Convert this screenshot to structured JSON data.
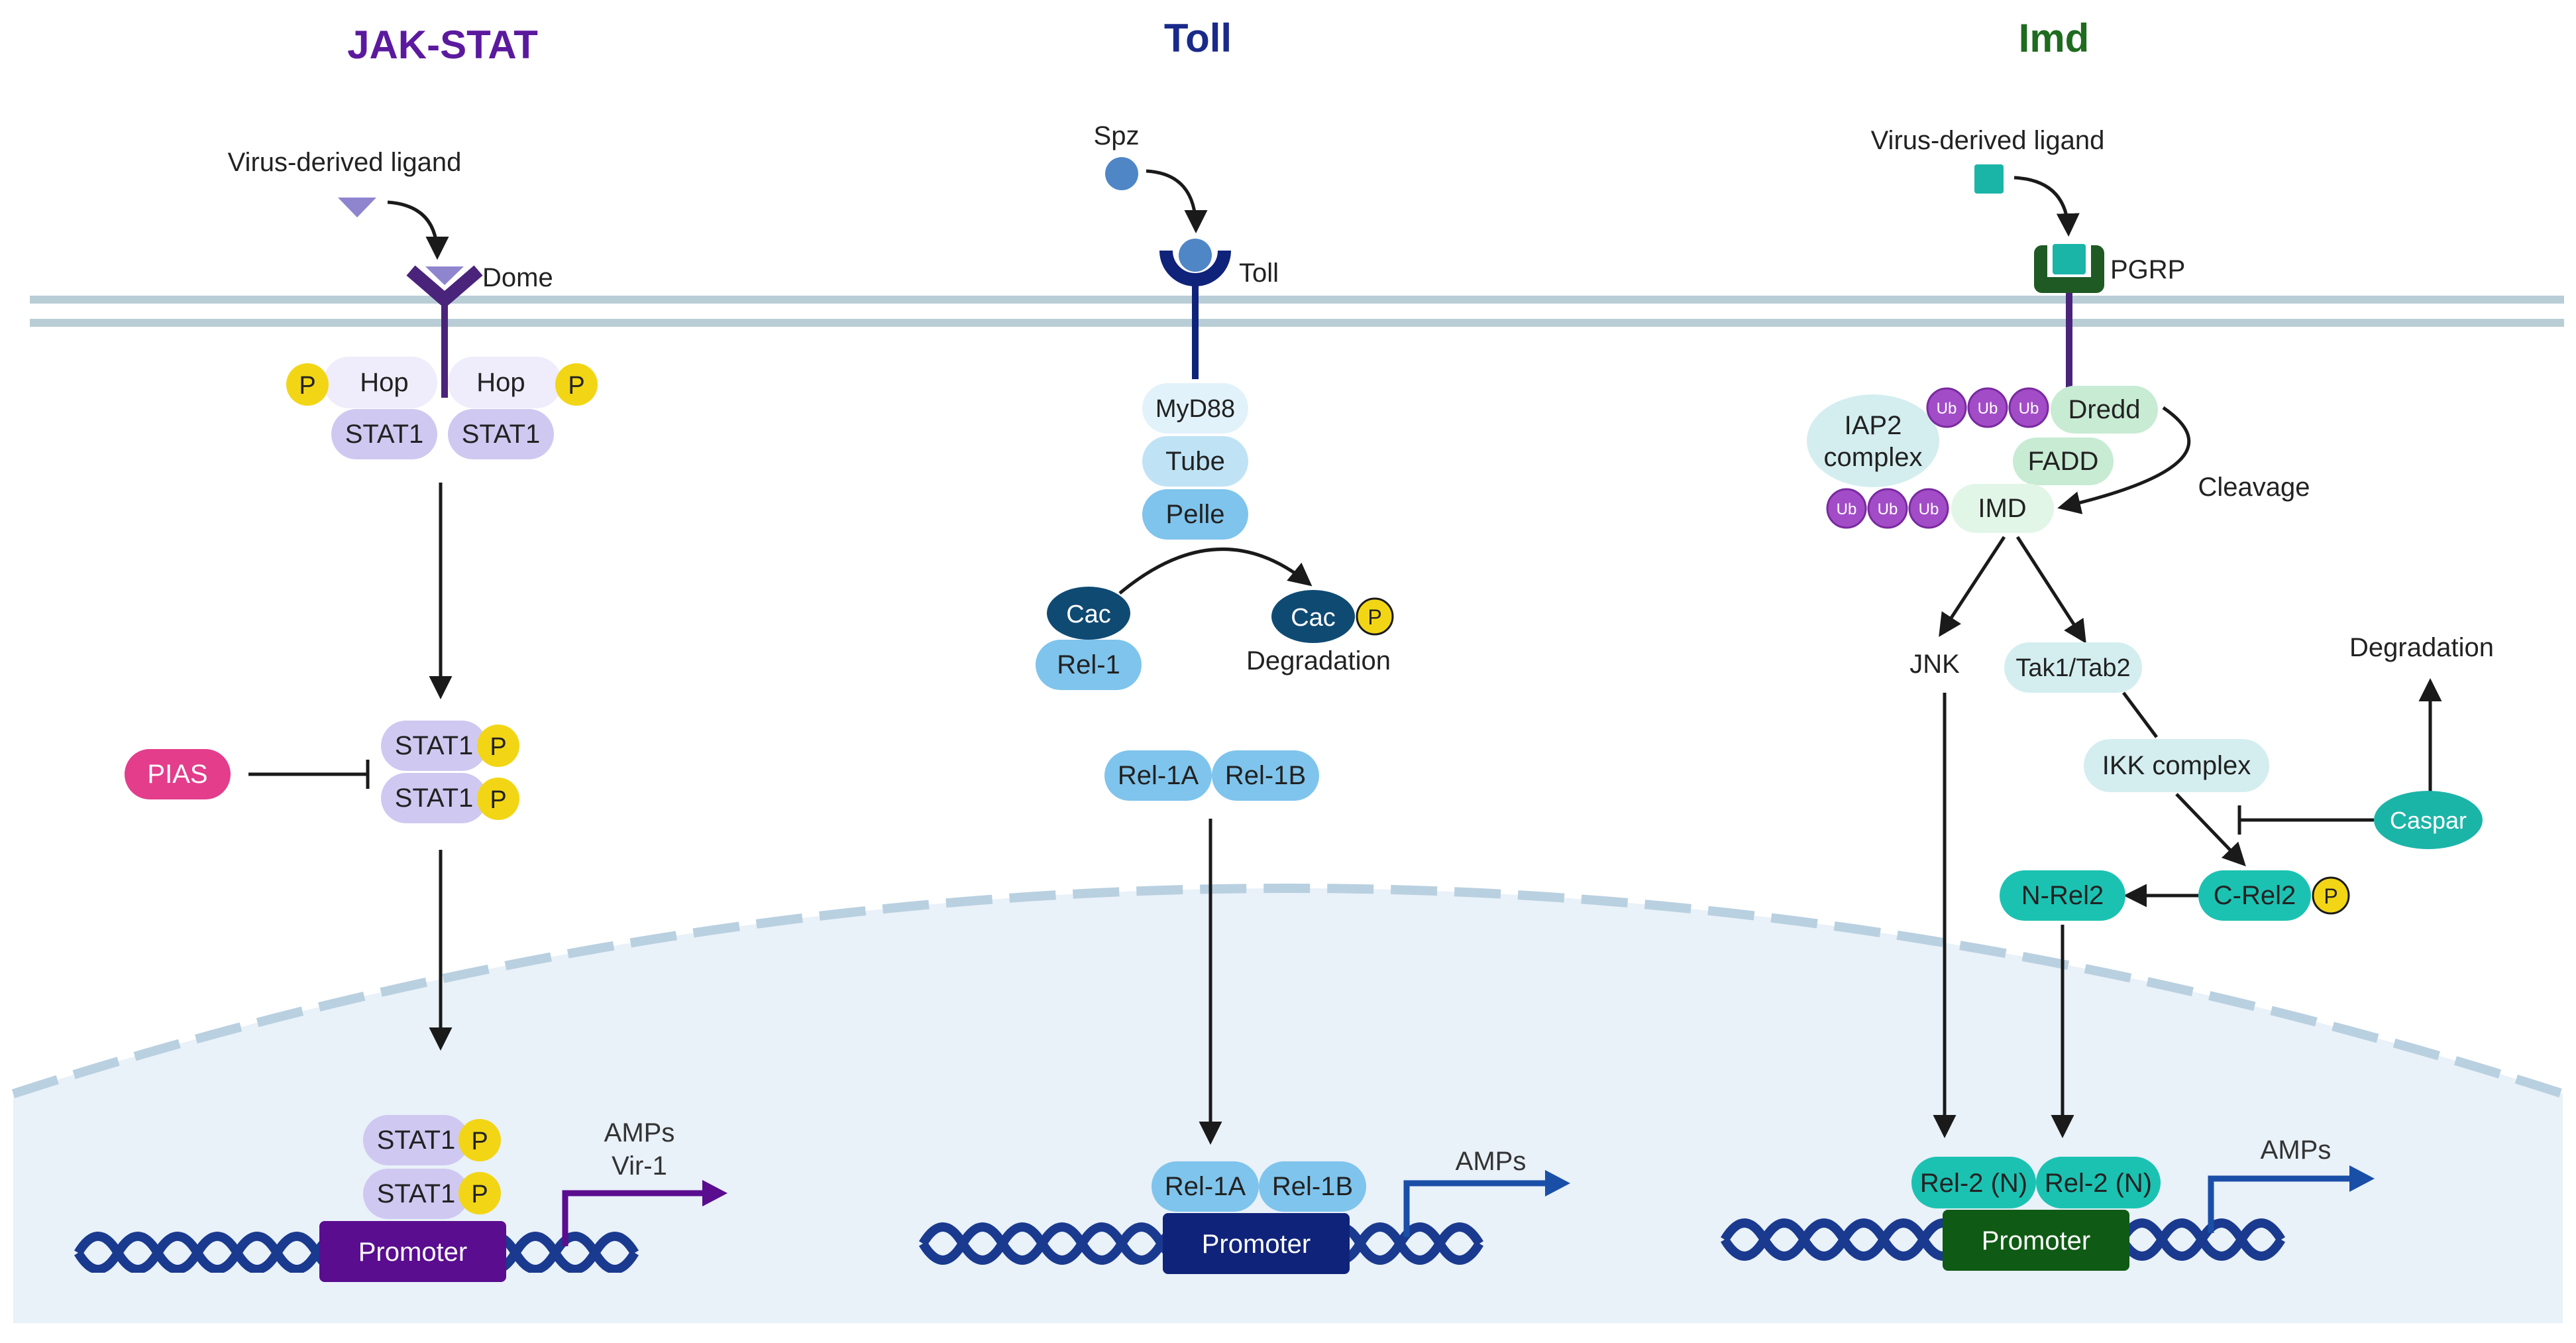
{
  "titles": {
    "jak_stat": "JAK-STAT",
    "toll": "Toll",
    "imd": "Imd"
  },
  "jak": {
    "ligand": "Virus-derived ligand",
    "receptor": "Dome",
    "hop": "Hop",
    "stat1": "STAT1",
    "p": "P",
    "pias": "PIAS",
    "promoter": "Promoter",
    "amps": "AMPs",
    "vir1": "Vir-1"
  },
  "toll": {
    "ligand": "Spz",
    "receptor": "Toll",
    "myd88": "MyD88",
    "tube": "Tube",
    "pelle": "Pelle",
    "cac": "Cac",
    "rel1": "Rel-1",
    "p": "P",
    "degradation": "Degradation",
    "rel1a": "Rel-1A",
    "rel1b": "Rel-1B",
    "promoter": "Promoter",
    "amps": "AMPs"
  },
  "imd": {
    "ligand": "Virus-derived ligand",
    "receptor": "PGRP",
    "iap2_line1": "IAP2",
    "iap2_line2": "complex",
    "ub": "Ub",
    "dredd": "Dredd",
    "fadd": "FADD",
    "imd": "IMD",
    "cleavage": "Cleavage",
    "jnk": "JNK",
    "tak1": "Tak1/Tab2",
    "ikk": "IKK complex",
    "degradation": "Degradation",
    "caspar": "Caspar",
    "nrel2": "N-Rel2",
    "crel2": "C-Rel2",
    "p": "P",
    "rel2n": "Rel-2 (N)",
    "promoter": "Promoter",
    "amps": "AMPs"
  },
  "colors": {
    "membrane": "#b9cdd6",
    "nucleus": "#e9f1f9",
    "dna": "#1a3a8f",
    "jak_title": "#5b1a9e",
    "toll_title": "#1a2a8a",
    "imd_title": "#1f6b1f",
    "stat_lavender": "#cfc8f1",
    "phospho": "#f2d616",
    "pias": "#e33d8c",
    "jak_promoter": "#5a0d8f",
    "toll_light": "#bfe3f5",
    "toll_mid": "#7fc4ec",
    "cac": "#0f4a73",
    "toll_promoter": "#10237a",
    "imd_light": "#d4f0df",
    "imd_teal": "#1bc2b2",
    "ub": "#a24dc7",
    "imd_promoter": "#0f5a14"
  }
}
